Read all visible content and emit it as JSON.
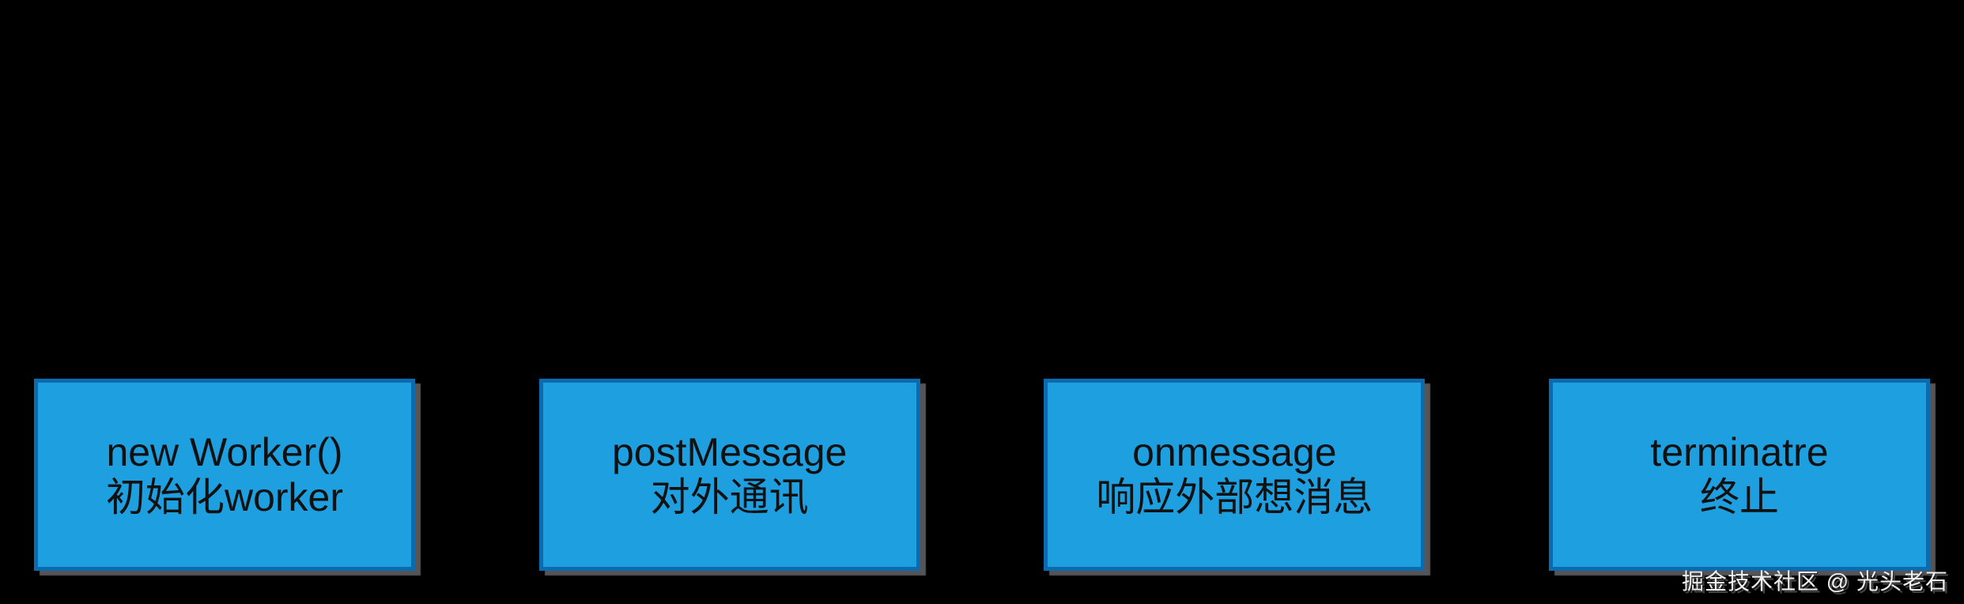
{
  "canvas": {
    "background_color": "#000000"
  },
  "node_style": {
    "fill_color": "#1D9FE0",
    "border_color": "#0B6BAE",
    "shadow_color": "#767678",
    "text_color": "#111111"
  },
  "nodes": [
    {
      "title": "new Worker()",
      "subtitle": "初始化worker"
    },
    {
      "title": "postMessage",
      "subtitle": "对外通讯"
    },
    {
      "title": "onmessage",
      "subtitle": "响应外部想消息"
    },
    {
      "title": "terminatre",
      "subtitle": "终止"
    }
  ],
  "watermark": {
    "text": "掘金技术社区 @ 光头老石",
    "color": "#FFFFFF"
  }
}
